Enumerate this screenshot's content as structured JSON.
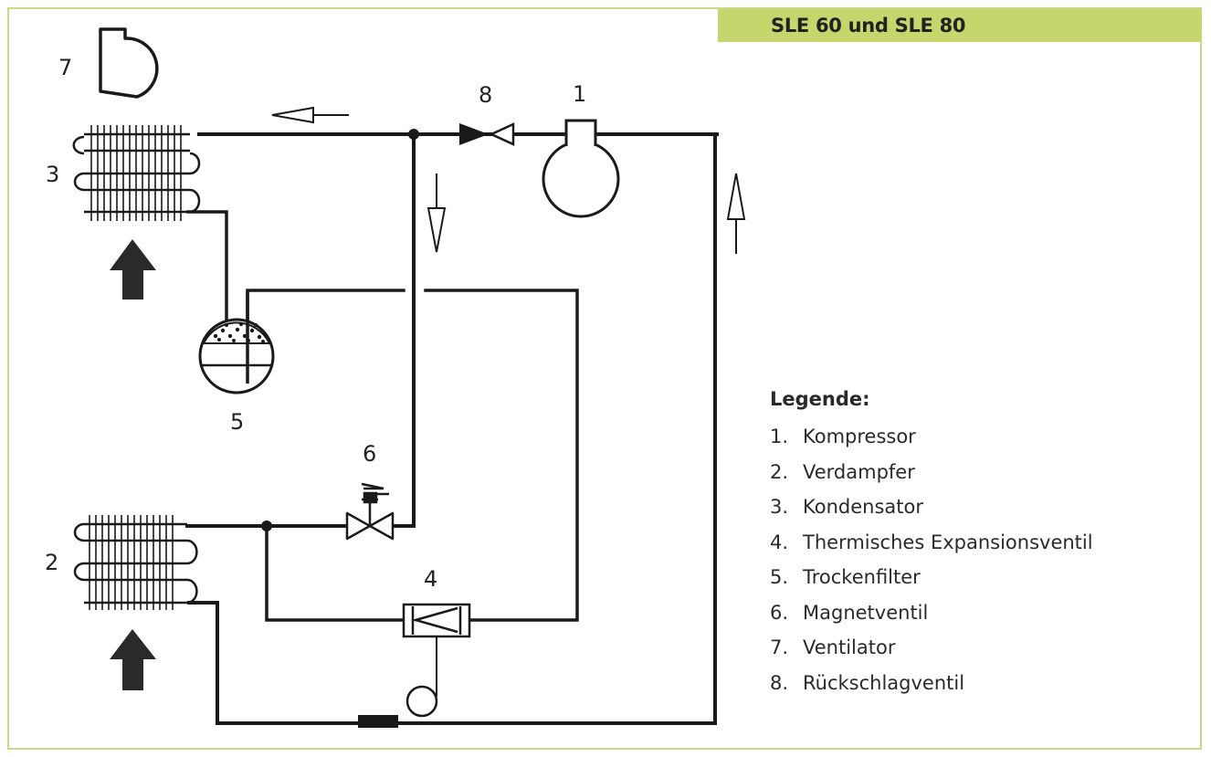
{
  "title": "SLE 60 und SLE 80",
  "labels": {
    "compressor": "1",
    "evaporator": "2",
    "condenser": "3",
    "expansion_valve": "4",
    "dryer": "5",
    "solenoid_valve": "6",
    "fan": "7",
    "check_valve": "8"
  },
  "legend": {
    "title": "Legende:",
    "items": [
      {
        "num": "1.",
        "label": "Kompressor"
      },
      {
        "num": "2.",
        "label": "Verdampfer"
      },
      {
        "num": "3.",
        "label": "Kondensator"
      },
      {
        "num": "4.",
        "label": "Thermisches Expansionsventil"
      },
      {
        "num": "5.",
        "label": "Trockenfilter"
      },
      {
        "num": "6.",
        "label": "Magnetventil"
      },
      {
        "num": "7.",
        "label": "Ventilator"
      },
      {
        "num": "8.",
        "label": "Rückschlagventil"
      }
    ]
  },
  "colors": {
    "title_bar": "#c6d66c",
    "frame": "#c9d98a",
    "line": "#222222"
  }
}
